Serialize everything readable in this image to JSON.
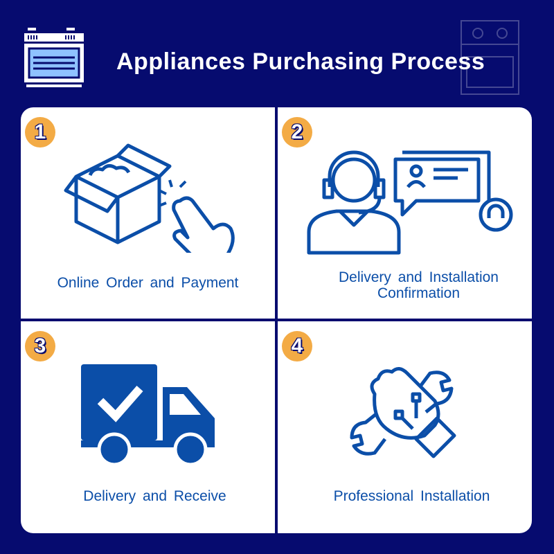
{
  "header": {
    "title": "Appliances Purchasing Process",
    "icon": "oven-icon"
  },
  "steps": [
    {
      "number": "1",
      "label": "Online Order and Payment",
      "icon": "box-click-icon"
    },
    {
      "number": "2",
      "label": "Delivery and Installation Confirmation",
      "icon": "customer-support-icon"
    },
    {
      "number": "3",
      "label": "Delivery and Receive",
      "icon": "delivery-truck-check-icon"
    },
    {
      "number": "4",
      "label": "Professional Installation",
      "icon": "hand-wrench-icon"
    }
  ],
  "colors": {
    "background": "#060b6f",
    "accent": "#f3ab45",
    "text": "#0b4ea8"
  }
}
